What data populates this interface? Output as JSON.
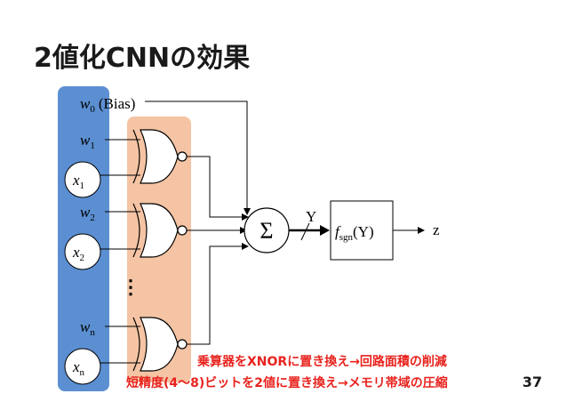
{
  "slide": {
    "title": "2値化CNNの効果",
    "page_number": "37"
  },
  "diagram": {
    "bias_label": "(Bias)",
    "w_labels": [
      {
        "base": "w",
        "sub": "0"
      },
      {
        "base": "w",
        "sub": "1"
      },
      {
        "base": "w",
        "sub": "2"
      },
      {
        "base": "w",
        "sub": "n"
      }
    ],
    "x_labels": [
      {
        "base": "x",
        "sub": "1"
      },
      {
        "base": "x",
        "sub": "2"
      },
      {
        "base": "x",
        "sub": "n"
      }
    ],
    "ellipsis": "⋮",
    "sum_symbol": "Σ",
    "y_label": "Y",
    "f_label": {
      "base": "f",
      "sub": "sgn",
      "arg": "(Y)"
    },
    "z_label": "z"
  },
  "notes": {
    "line1": "乗算器をXNORに置き換え→回路面積の削減",
    "line2": "短精度(4〜8)ビットを2値に置き換え→メモリ帯域の圧縮"
  },
  "colors": {
    "blue_panel": "#5b8fd1",
    "orange_panel": "#f4c4a4",
    "note_red": "#e8231e",
    "line": "#000000"
  }
}
